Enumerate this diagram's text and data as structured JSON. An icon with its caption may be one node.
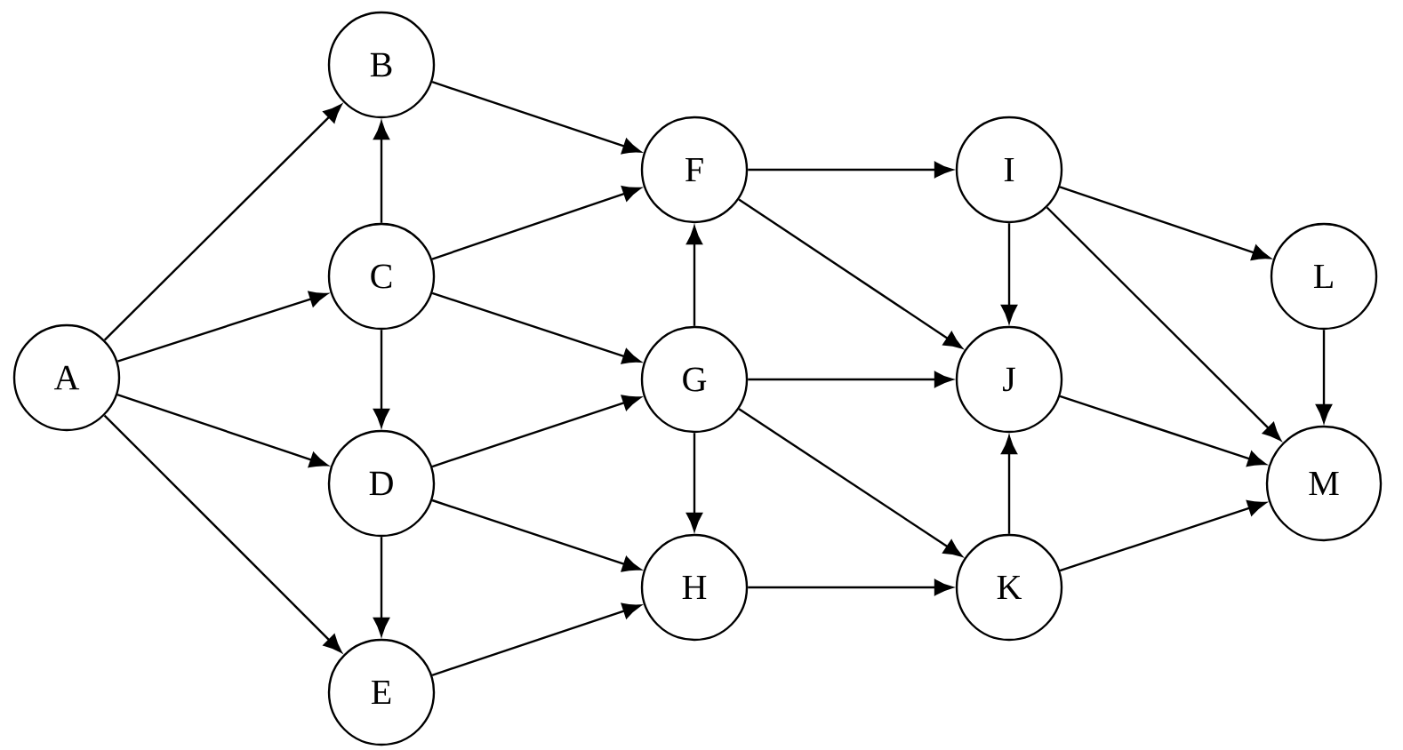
{
  "diagram": {
    "nodes": [
      {
        "text": [
          "A"
        ]
      },
      {
        "text": [
          "B"
        ]
      },
      {
        "text": [
          "C"
        ]
      },
      {
        "text": [
          "D"
        ]
      },
      {
        "text": [
          "E"
        ]
      },
      {
        "text": [
          "F"
        ]
      },
      {
        "text": [
          "G"
        ]
      },
      {
        "text": [
          "H"
        ]
      },
      {
        "text": [
          "I"
        ]
      },
      {
        "text": [
          "J"
        ]
      },
      {
        "text": [
          "K"
        ]
      },
      {
        "text": [
          "L"
        ]
      },
      {
        "text": [
          "M"
        ]
      }
    ],
    "edges": [
      {
        "from": 0,
        "to": 1,
        "arrow": "to"
      },
      {
        "from": 0,
        "to": 2,
        "arrow": "to"
      },
      {
        "from": 0,
        "to": 3,
        "arrow": "to"
      },
      {
        "from": 0,
        "to": 4,
        "arrow": "to"
      },
      {
        "from": 2,
        "to": 1,
        "arrow": "to"
      },
      {
        "from": 2,
        "to": 3,
        "arrow": "to"
      },
      {
        "from": 3,
        "to": 4,
        "arrow": "to"
      },
      {
        "from": 1,
        "to": 5,
        "arrow": "to"
      },
      {
        "from": 2,
        "to": 5,
        "arrow": "to"
      },
      {
        "from": 2,
        "to": 6,
        "arrow": "to"
      },
      {
        "from": 3,
        "to": 6,
        "arrow": "to"
      },
      {
        "from": 3,
        "to": 7,
        "arrow": "to"
      },
      {
        "from": 4,
        "to": 7,
        "arrow": "to"
      },
      {
        "from": 6,
        "to": 5,
        "arrow": "to"
      },
      {
        "from": 6,
        "to": 7,
        "arrow": "to"
      },
      {
        "from": 5,
        "to": 8,
        "arrow": "to"
      },
      {
        "from": 5,
        "to": 9,
        "arrow": "to"
      },
      {
        "from": 6,
        "to": 9,
        "arrow": "to"
      },
      {
        "from": 6,
        "to": 10,
        "arrow": "to"
      },
      {
        "from": 7,
        "to": 10,
        "arrow": "to"
      },
      {
        "from": 8,
        "to": 9,
        "arrow": "to"
      },
      {
        "from": 8,
        "to": 11,
        "arrow": "to"
      },
      {
        "from": 8,
        "to": 12,
        "arrow": "to"
      },
      {
        "from": 10,
        "to": 9,
        "arrow": "to"
      },
      {
        "from": 9,
        "to": 12,
        "arrow": "to"
      },
      {
        "from": 10,
        "to": 12,
        "arrow": "to"
      },
      {
        "from": 11,
        "to": 12,
        "arrow": "to"
      }
    ]
  }
}
